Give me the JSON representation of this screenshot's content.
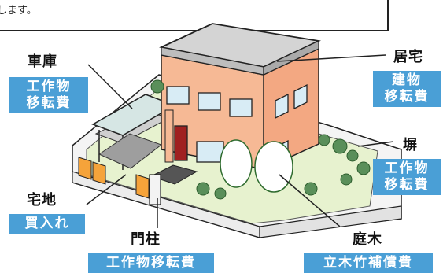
{
  "intro_text": "します。",
  "labels": {
    "garage": {
      "title": "車庫",
      "cost": [
        "工作物",
        "移転費"
      ]
    },
    "residence": {
      "title": "居宅",
      "cost": [
        "建物",
        "移転費"
      ]
    },
    "fence": {
      "title": "塀",
      "cost": [
        "工作物",
        "移転費"
      ]
    },
    "land": {
      "title": "宅地",
      "cost": [
        "買入れ"
      ]
    },
    "gate": {
      "title": "門柱",
      "cost": [
        "工作物移転費"
      ]
    },
    "garden_trees": {
      "title": "庭木",
      "cost": [
        "立木竹補償費"
      ]
    }
  },
  "colors": {
    "tag_blue": "#4a9fd6",
    "house_wall": "#f6b995",
    "house_roof": "#d9d9d9",
    "lawn": "#e7f2cf",
    "fence": "#f2f2f2",
    "door": "#a02020",
    "gate_panel": "#f5a33a"
  }
}
